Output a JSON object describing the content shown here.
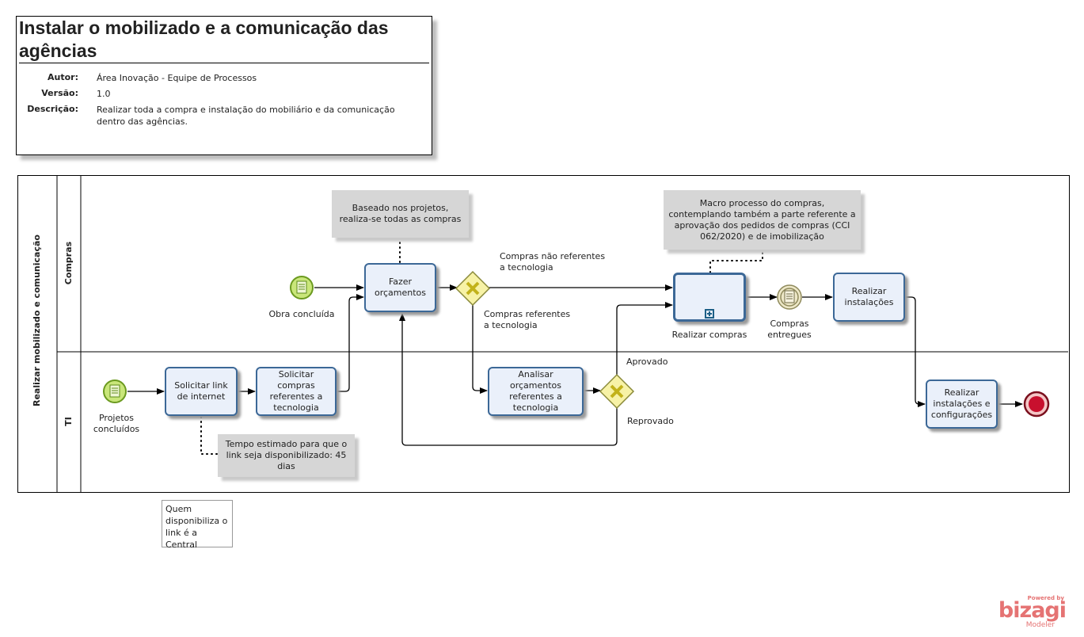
{
  "header": {
    "title": "Instalar o mobilizado e a comunicação das agências",
    "author_label": "Autor:",
    "author_value": "Área Inovação - Equipe de Processos",
    "version_label": "Versão:",
    "version_value": "1.0",
    "description_label": "Descrição:",
    "description_value": "Realizar toda a compra e instalação do mobiliário e da comunicação dentro das agências."
  },
  "pool": {
    "name": "Realizar mobilizado e comunicação",
    "lanes": [
      "Compras",
      "TI"
    ]
  },
  "events": {
    "start_compras": "Obra concluída",
    "start_ti": "Projetos concluídos",
    "intermediate": "Compras entregues"
  },
  "tasks": {
    "fazer_orcamentos": "Fazer orçamentos",
    "realizar_compras": "Realizar compras",
    "realizar_instalacoes": "Realizar instalações",
    "solicitar_link": "Solicitar link de internet",
    "solicitar_compras": "Solicitar compras referentes a tecnologia",
    "analisar_orcamentos": "Analisar orçamentos referentes a tecnologia",
    "realizar_instalacoes_config": "Realizar instalações e configurações"
  },
  "flows": {
    "compras_nao_ref": "Compras não referentes a tecnologia",
    "compras_ref": "Compras referentes a tecnologia",
    "aprovado": "Aprovado",
    "reprovado": "Reprovado"
  },
  "annotations": {
    "orcamentos_note": "Baseado nos projetos, realiza-se todas as compras",
    "macro_note": "Macro processo do compras, contemplando também a parte referente a aprovação dos pedidos de compras (CCI 062/2020) e de imobilização",
    "tempo_note": "Tempo estimado para que o link seja disponibilizado: 45 dias",
    "central_note": "Quem disponibiliza o link é a Central"
  },
  "branding": {
    "powered_by": "Powered by",
    "brand": "bizagi",
    "product": "Modeler",
    "brand_color": "#e57373"
  },
  "colors": {
    "task_fill": "#eaf0fa",
    "task_border": "#3c6897",
    "start_fill": "#c9e67a",
    "gateway_fill": "#f7f2a6",
    "end_fill": "#c8102e"
  }
}
